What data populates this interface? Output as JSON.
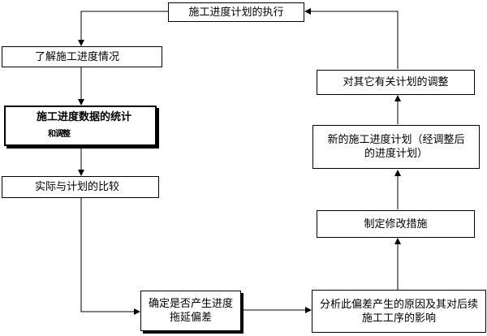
{
  "diagram": {
    "nodes": {
      "execute": "施工进度计划的执行",
      "understand": "了解施工进度情况",
      "statistics": "施工进度数据的统计",
      "statistics_sub": "和调整",
      "compare": "实际与计划的比较",
      "determine_line1": "确定是否产生进度",
      "determine_line2": "拖延偏差",
      "analyze_line1": "分析此偏差产生的原因及其对后续",
      "analyze_line2": "施工工序的影响",
      "measures": "制定修改措施",
      "new_plan_line1": "新的施工进度计划（经调整后",
      "new_plan_line2": "的进度计划）",
      "adjust_others": "对其它有关计划的调整"
    }
  }
}
